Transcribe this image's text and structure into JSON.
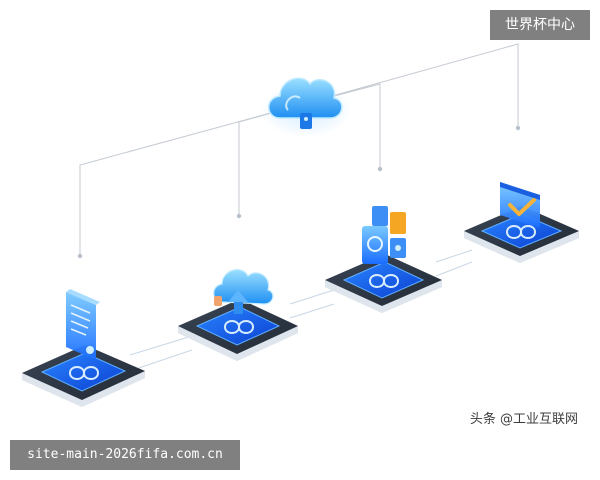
{
  "overlay": {
    "top_right_badge": "世界杯中心",
    "watermark": "头条 @工业互联网",
    "bottom_left_badge": "site-main-2026fifa.com.cn"
  },
  "diagram": {
    "hub": {
      "icon": "cloud-icon"
    },
    "nodes": [
      {
        "icon": "document-icon"
      },
      {
        "icon": "cloud-upload-icon"
      },
      {
        "icon": "app-grid-icon"
      },
      {
        "icon": "browser-check-icon"
      }
    ],
    "colors": {
      "accent": "#1a6dff",
      "accent_light": "#6fc3ff",
      "platform_dark": "#2b3442",
      "connector": "#c4cad2",
      "orange": "#f5a623"
    }
  }
}
